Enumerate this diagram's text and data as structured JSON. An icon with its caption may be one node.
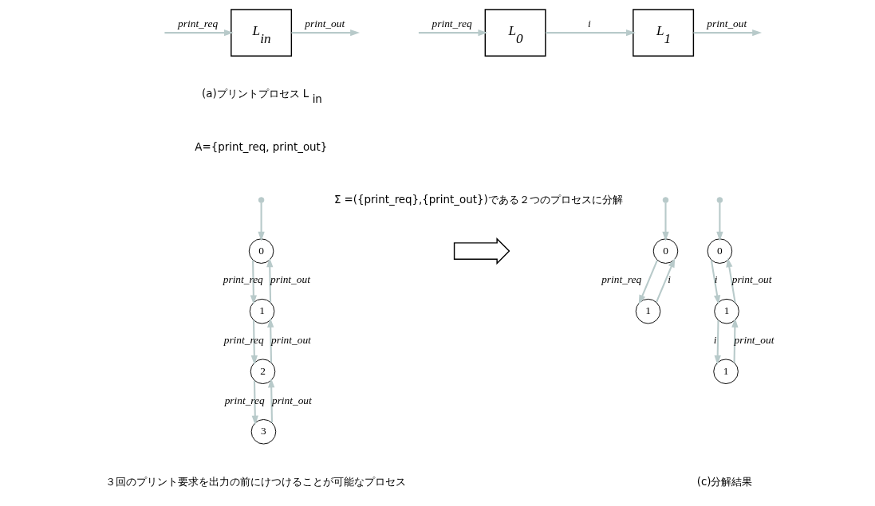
{
  "diagram": {
    "nodes": [
      {
        "text": [
          "L$_{in}$"
        ]
      },
      {
        "text": [
          "L$_{0}$"
        ]
      },
      {
        "text": [
          "L$_{1}$"
        ]
      },
      {
        "text": [],
        "shape": "circle"
      },
      {
        "text": [
          "0"
        ]
      },
      {
        "text": [
          "1"
        ]
      },
      {
        "text": [
          "2"
        ]
      },
      {
        "text": [
          "3"
        ]
      },
      {
        "text": [],
        "shape": "circle"
      },
      {
        "text": [
          "0"
        ]
      },
      {
        "text": [
          "1"
        ]
      },
      {
        "text": [],
        "shape": "circle"
      },
      {
        "text": [
          "0"
        ]
      },
      {
        "text": [
          "1"
        ]
      },
      {
        "text": [
          "1"
        ]
      },
      {
        "text": [],
        "shape": "arrow"
      }
    ],
    "edges": [
      {
        "from": null,
        "to": 0,
        "arrow": "to",
        "label": "print_req"
      },
      {
        "from": 0,
        "to": null,
        "arrow": "to",
        "label": "print_out"
      },
      {
        "from": null,
        "to": 1,
        "arrow": "to",
        "label": "print_req"
      },
      {
        "from": 1,
        "to": 2,
        "arrow": "to",
        "label": "i"
      },
      {
        "from": 2,
        "to": null,
        "arrow": "to",
        "label": "print_out"
      },
      {
        "from": 3,
        "to": 4,
        "arrow": "to"
      },
      {
        "from": 4,
        "to": 5,
        "arrow": "to",
        "label": "print_req"
      },
      {
        "from": 5,
        "to": 4,
        "arrow": "to",
        "label": "print_out"
      },
      {
        "from": 5,
        "to": 6,
        "arrow": "to",
        "label": "print_req"
      },
      {
        "from": 6,
        "to": 5,
        "arrow": "to",
        "label": "print_out"
      },
      {
        "from": 6,
        "to": 7,
        "arrow": "to",
        "label": "print_req"
      },
      {
        "from": 7,
        "to": 6,
        "arrow": "to",
        "label": "print_out"
      },
      {
        "from": 8,
        "to": 9,
        "arrow": "to"
      },
      {
        "from": 9,
        "to": 10,
        "arrow": "to",
        "label": "print_req"
      },
      {
        "from": 10,
        "to": 9,
        "arrow": "to",
        "label": "i"
      },
      {
        "from": 11,
        "to": 12,
        "arrow": "to"
      },
      {
        "from": 12,
        "to": 13,
        "arrow": "to",
        "label": "i"
      },
      {
        "from": 13,
        "to": 12,
        "arrow": "to",
        "label": "print_out"
      },
      {
        "from": 13,
        "to": 14,
        "arrow": "to",
        "label": "i"
      },
      {
        "from": 14,
        "to": 13,
        "arrow": "to",
        "label": "print_out"
      }
    ],
    "labels": [
      "(a)プリントプロセス L$_{in}$",
      "A={print_req, print_out}",
      "Σ =({print_req},{print_out})である２つのプロセスに分解",
      "３回のプリント要求を出力の前にけつけることが可能なプロセス",
      "(c)分解結果"
    ]
  }
}
